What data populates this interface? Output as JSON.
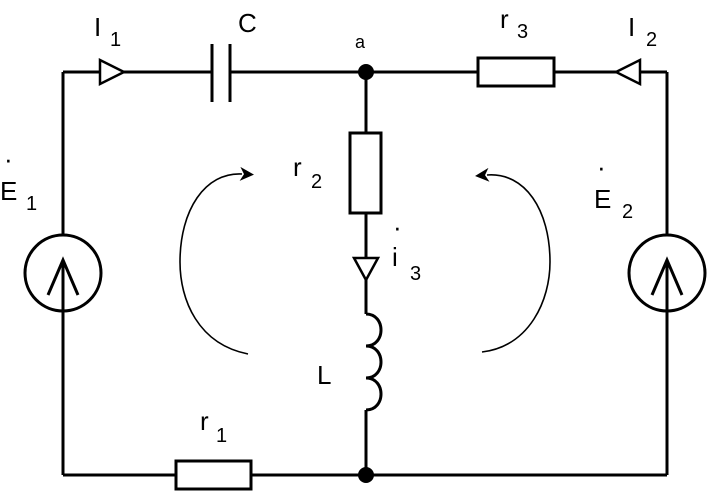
{
  "diagram": {
    "labels": {
      "i1": {
        "main": "I",
        "sub": "1"
      },
      "capacitor": "C",
      "node_a": "a",
      "r3": {
        "main": "r",
        "sub": "3"
      },
      "i2": {
        "main": "I",
        "sub": "2"
      },
      "e1": {
        "main": "E",
        "dot": "·",
        "sub": "1"
      },
      "r2": {
        "main": "r",
        "sub": "2"
      },
      "i3": {
        "main": "i",
        "dot": "·",
        "sub": "3"
      },
      "e2": {
        "main": "E",
        "dot": "·",
        "sub": "2"
      },
      "inductor": "L",
      "r1": {
        "main": "r",
        "sub": "1"
      }
    },
    "colors": {
      "line": "#000000",
      "background": "#ffffff"
    }
  }
}
